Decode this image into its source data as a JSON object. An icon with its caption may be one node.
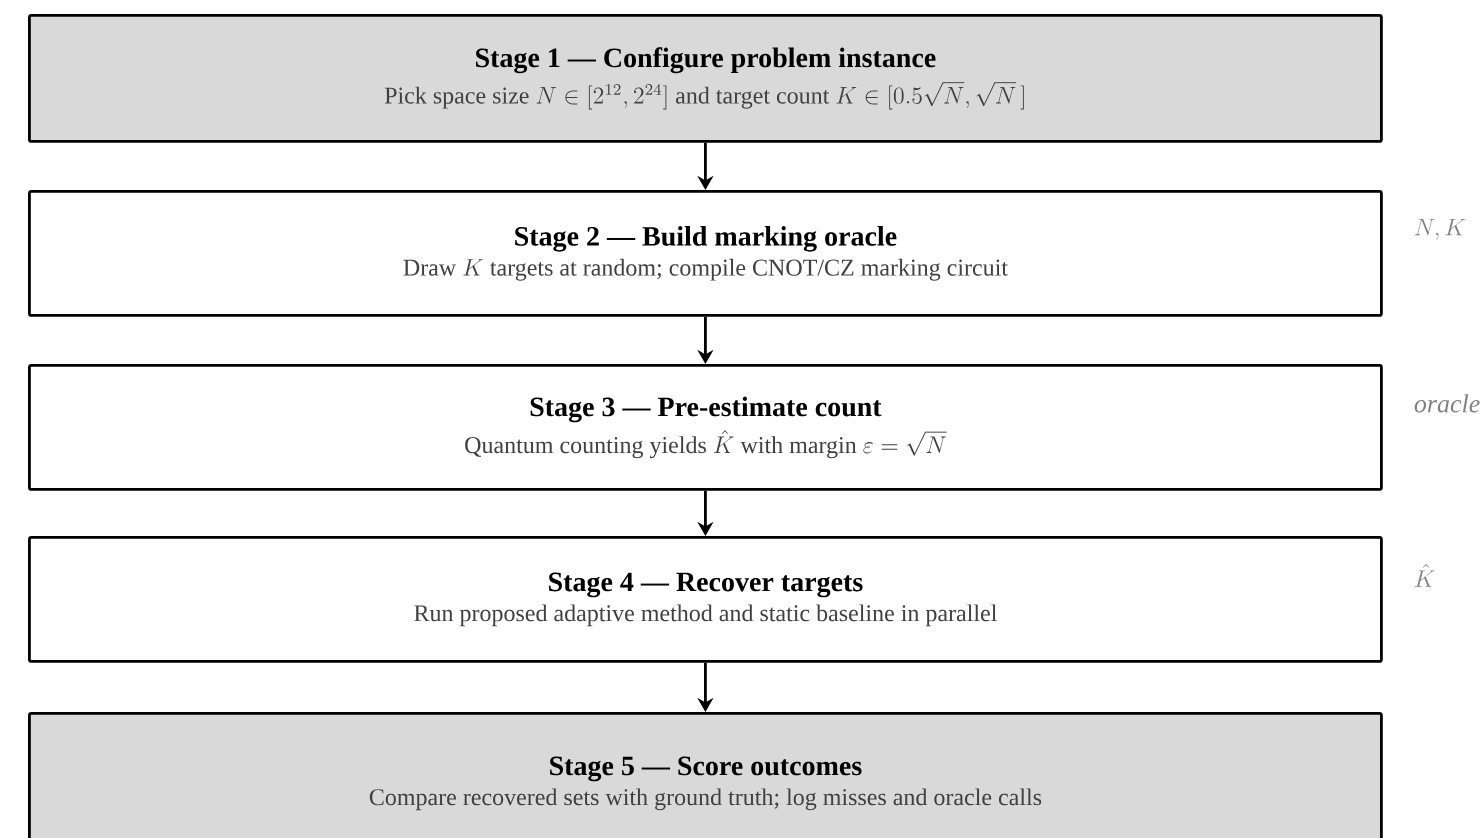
{
  "diagram": {
    "nodes": [
      {
        "text": [
          "Stage 1 — Configure problem instance",
          "\\text{Pick space size } N \\in [2^{12}, 2^{24}] \\text{ and target count } K \\in [0.5\\sqrt{N}, \\sqrt{N}\\,]"
        ]
      },
      {
        "text": [
          "Stage 2 — Build marking oracle",
          "\\text{Draw } K \\text{ targets at random; compile CNOT/CZ marking circuit}"
        ],
        "beside": [
          "N, K"
        ]
      },
      {
        "text": [
          "Stage 3 — Pre-estimate count",
          "\\text{Quantum counting yields } \\hat{K} \\text{ with margin } \\varepsilon = \\sqrt{N}"
        ],
        "beside": [
          "\\mathit{oracle}"
        ]
      },
      {
        "text": [
          "Stage 4 — Recover targets",
          "Run proposed adaptive method and static baseline in parallel"
        ],
        "beside": [
          "\\hat{K}"
        ]
      },
      {
        "text": [
          "Stage 5 — Score outcomes",
          "Compare recovered sets with ground truth; log misses and oracle calls"
        ]
      }
    ],
    "edges": [
      {
        "from": 0,
        "to": 1,
        "arrow": "to"
      },
      {
        "from": 1,
        "to": 2,
        "arrow": "to"
      },
      {
        "from": 2,
        "to": 3,
        "arrow": "to"
      },
      {
        "from": 3,
        "to": 4,
        "arrow": "to"
      }
    ]
  }
}
